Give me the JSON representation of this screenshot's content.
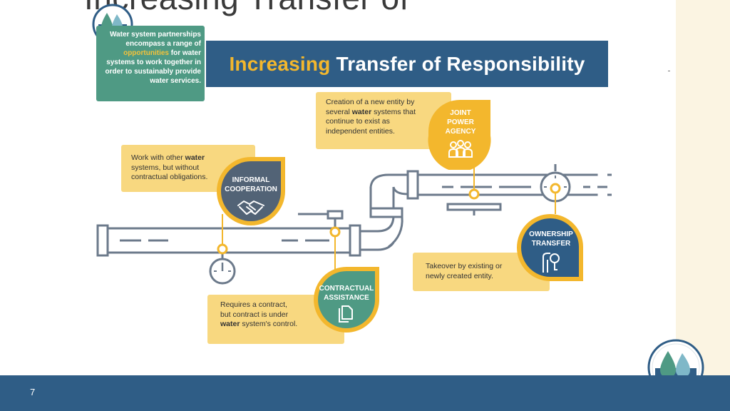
{
  "header": {
    "cutoff_title": "Increasing Transfer of"
  },
  "intro": {
    "before": "Water system partnerships encompass a range of ",
    "highlight": "opportunities",
    "after": " for water systems to work together in order to sustainably provide water services."
  },
  "banner": {
    "title_accent": "Increasing",
    "title_rest": "Transfer of Responsibility"
  },
  "stages": [
    {
      "label_1": "INFORMAL",
      "label_2": "COOPERATION",
      "icon": "handshake-icon",
      "desc_before": "Work with other ",
      "desc_bold": "water",
      "desc_after": " systems, but without contractual obligations."
    },
    {
      "label_1": "CONTRACTUAL",
      "label_2": "ASSISTANCE",
      "icon": "document-icon",
      "desc_before": "Requires a contract, but contract is under ",
      "desc_bold": "water",
      "desc_after": " system's control."
    },
    {
      "label_1": "JOINT",
      "label_2": "POWER",
      "label_3": "AGENCY",
      "icon": "people-group-icon",
      "desc_before": "Creation of a new entity by several ",
      "desc_bold": "water",
      "desc_after": " systems that continue to exist as independent entities."
    },
    {
      "label_1": "OWNERSHIP",
      "label_2": "TRANSFER",
      "icon": "person-key-icon",
      "desc_before": "Takeover by existing or newly created entity.",
      "desc_bold": "",
      "desc_after": ""
    }
  ],
  "footer": {
    "page_number": "7"
  },
  "colors": {
    "navy": "#2f5d86",
    "teal": "#4f9a84",
    "gold": "#f3b72d",
    "callout": "#f8d880",
    "slate": "#526376",
    "pipe": "#6c7a8b"
  }
}
